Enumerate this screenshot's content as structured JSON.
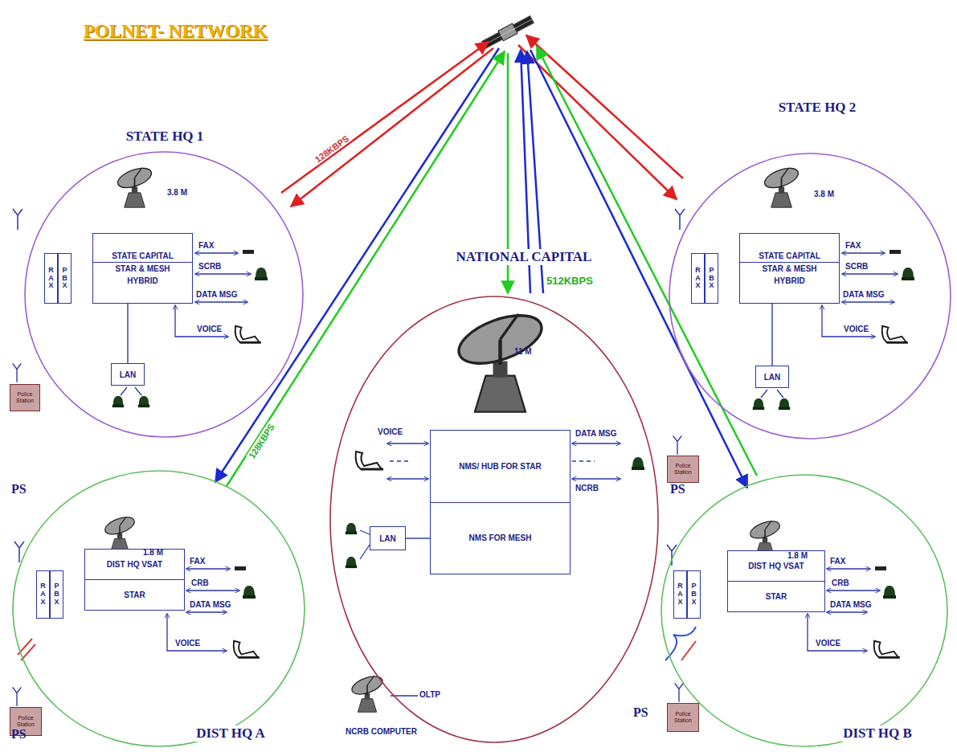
{
  "diagram": {
    "title": "POLNET- NETWORK",
    "nodes": [
      {
        "text": [
          "STATE HQ 1"
        ]
      },
      {
        "text": [
          "STATE CAPITAL",
          "STAR & MESH",
          "HYBRID"
        ],
        "in": 0
      },
      {
        "text": [
          "RAX",
          "PBX"
        ],
        "in": 0
      },
      {
        "text": [
          "LAN"
        ],
        "in": 0
      },
      {
        "text": [
          "STATE HQ 2"
        ]
      },
      {
        "text": [
          "STATE CAPITAL",
          "STAR & MESH",
          "HYBRID"
        ],
        "in": 4
      },
      {
        "text": [
          "RAX",
          "PBX"
        ],
        "in": 4
      },
      {
        "text": [
          "LAN"
        ],
        "in": 4
      },
      {
        "text": [
          "NATIONAL CAPITAL"
        ]
      },
      {
        "text": [
          "NMS/ HUB FOR STAR",
          "NMS FOR MESH"
        ],
        "in": 8
      },
      {
        "text": [
          "LAN"
        ],
        "in": 8
      },
      {
        "text": [
          "DIST HQ A"
        ]
      },
      {
        "text": [
          "DIST HQ VSAT",
          "STAR"
        ],
        "in": 11
      },
      {
        "text": [
          "RAX",
          "PBX"
        ],
        "in": 11
      },
      {
        "text": [
          "DIST HQ B"
        ]
      },
      {
        "text": [
          "DIST HQ VSAT",
          "STAR"
        ],
        "in": 14
      },
      {
        "text": [
          "RAX",
          "PBX"
        ],
        "in": 14
      },
      {
        "text": [
          "Police Station"
        ]
      },
      {
        "text": [
          "Police Station"
        ]
      },
      {
        "text": [
          "Police Station"
        ]
      },
      {
        "text": [
          "Police Station"
        ]
      }
    ],
    "edges": [
      {
        "from": 1,
        "to": 3,
        "arrow": "none"
      },
      {
        "from": 5,
        "to": 7,
        "arrow": "none"
      },
      {
        "from": 9,
        "to": 10,
        "arrow": "none"
      }
    ],
    "labels": [
      "3.8 M",
      "3.8 M",
      "11 M",
      "1.8 M",
      "1.8 M",
      "FAX",
      "SCRB",
      "DATA MSG",
      "VOICE",
      "FAX",
      "SCRB",
      "DATA MSG",
      "VOICE",
      "VOICE",
      "DATA MSG",
      "NCRB",
      "FAX",
      "CRB",
      "DATA MSG",
      "VOICE",
      "FAX",
      "CRB",
      "DATA MSG",
      "VOICE",
      "128KBPS",
      "128KBPS",
      "512KBPS",
      "PS",
      "PS",
      "PS",
      "PS",
      "OLTP",
      "NCRB COMPUTER"
    ]
  }
}
